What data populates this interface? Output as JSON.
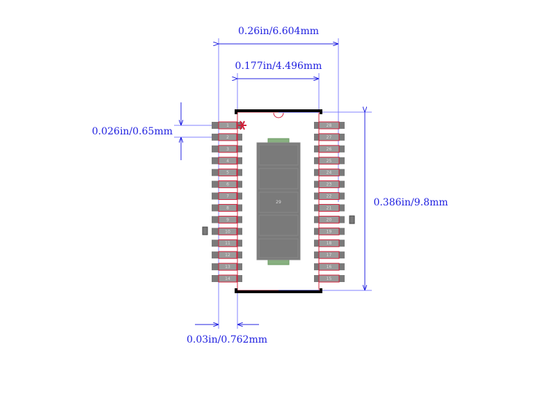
{
  "dimensions": {
    "overall_width": "0.26in/6.604mm",
    "body_width": "0.177in/4.496mm",
    "pitch": "0.026in/0.65mm",
    "body_length": "0.386in/9.8mm",
    "pad_offset": "0.03in/0.762mm"
  },
  "pins": {
    "left": [
      "1",
      "2",
      "3",
      "4",
      "5",
      "6",
      "7",
      "8",
      "9",
      "10",
      "11",
      "12",
      "13",
      "14"
    ],
    "right": [
      "28",
      "27",
      "26",
      "25",
      "24",
      "23",
      "22",
      "21",
      "20",
      "19",
      "18",
      "17",
      "16",
      "15"
    ],
    "thermal_pad": "29"
  },
  "colors": {
    "dimension": "#2020e0",
    "outline": "#d0203a",
    "pad": "#7a7a7a",
    "tab": "#88b080",
    "silk": "#000000"
  }
}
